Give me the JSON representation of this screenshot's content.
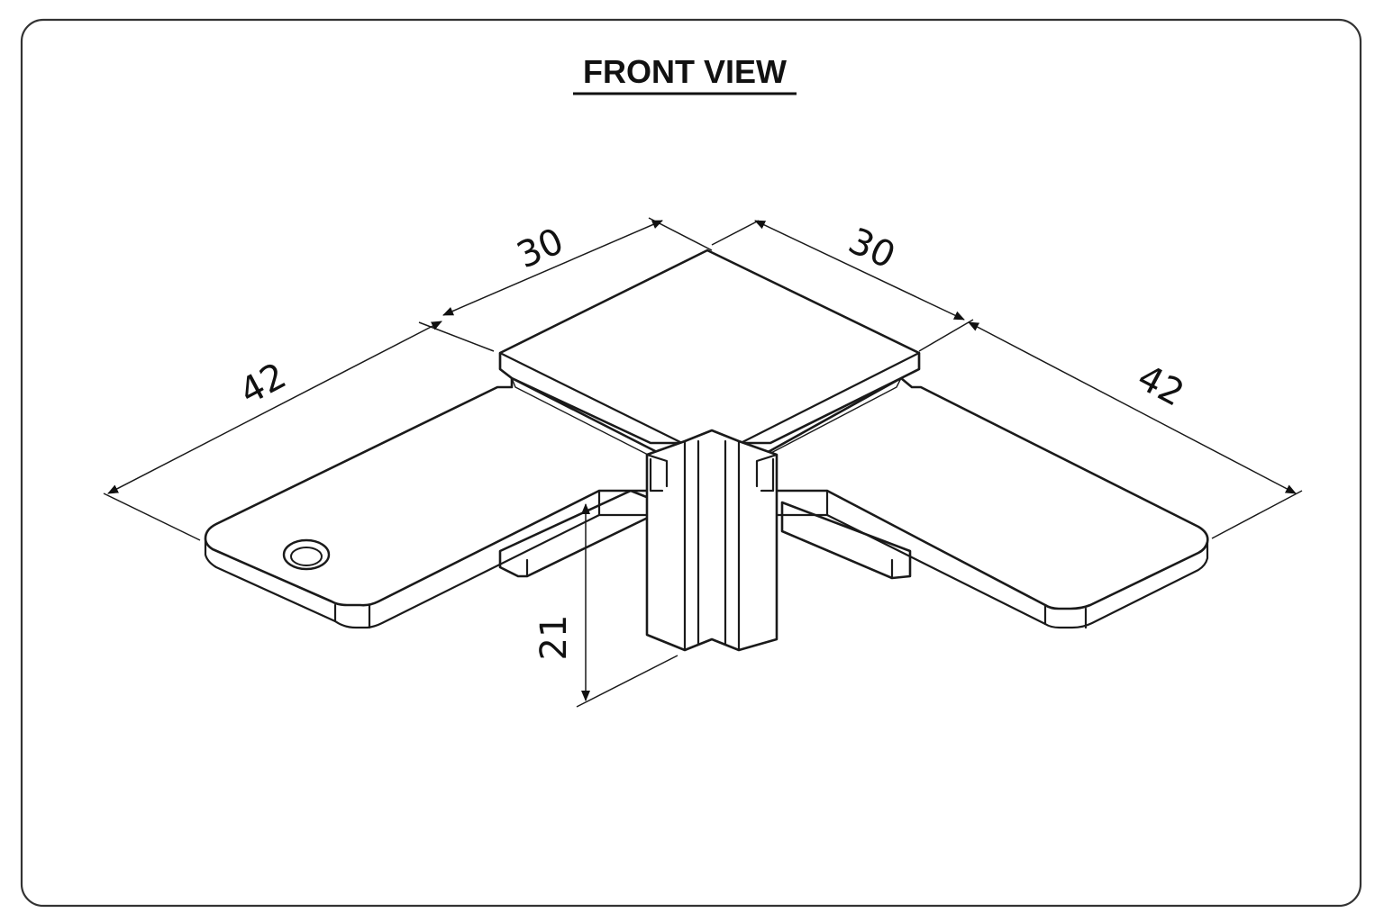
{
  "title": "FRONT VIEW",
  "dimensions": {
    "left_arm_length": "42",
    "left_top_width": "30",
    "right_top_width": "30",
    "right_arm_length": "42",
    "post_height": "21"
  },
  "colors": {
    "ink": "#1a1a1a",
    "paper": "#ffffff",
    "frame": "#333333"
  }
}
